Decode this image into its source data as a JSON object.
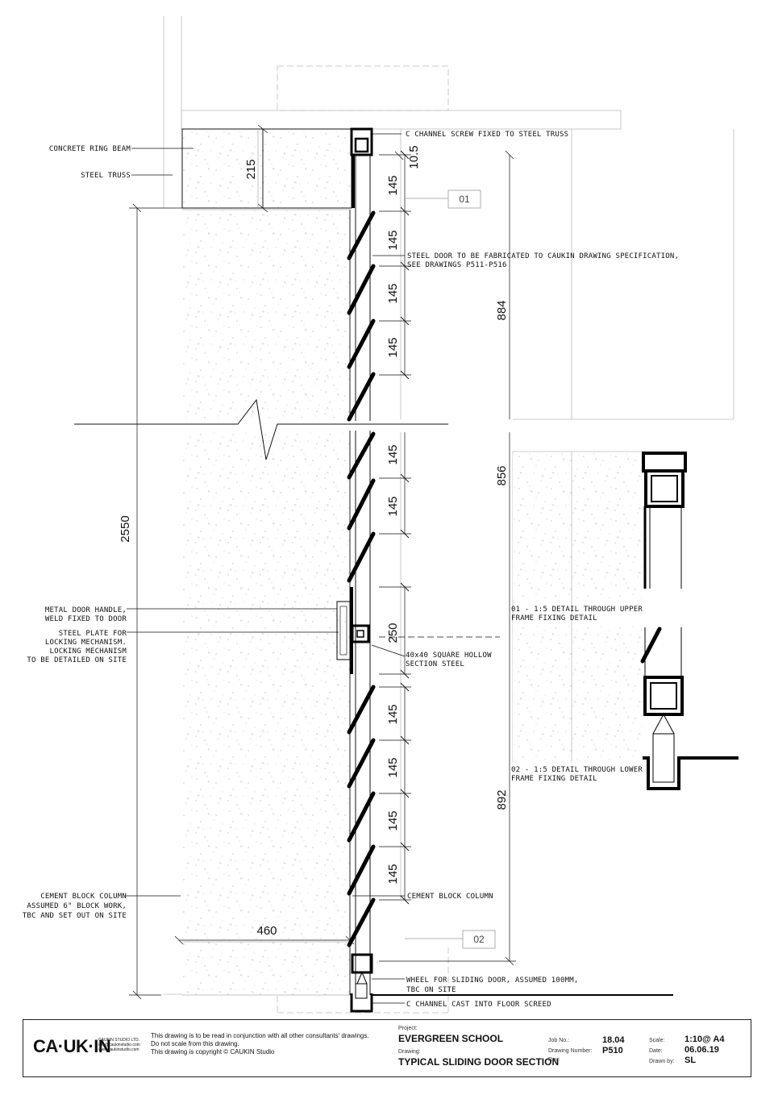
{
  "annotations": {
    "c_channel_top": "C CHANNEL SCREW FIXED TO STEEL TRUSS",
    "concrete_ring_beam": "CONCRETE RING BEAM",
    "steel_truss": "STEEL TRUSS",
    "steel_door_l1": "STEEL DOOR TO BE FABRICATED TO CAUKIN DRAWING SPECIFICATION,",
    "steel_door_l2": "SEE DRAWINGS P511-P516",
    "handle_l1": "METAL DOOR HANDLE,",
    "handle_l2": "WELD FIXED TO DOOR",
    "plate_l1": "STEEL PLATE FOR",
    "plate_l2": "LOCKING MECHANISM.",
    "plate_l3": "LOCKING MECHANISM",
    "plate_l4": "TO BE DETAILED ON SITE",
    "shs_l1": "40x40 SQUARE HOLLOW",
    "shs_l2": "SECTION STEEL",
    "detail01_l1": "01 - 1:5 DETAIL THROUGH UPPER",
    "detail01_l2": "FRAME FIXING DETAIL",
    "detail02_l1": "02 - 1:5 DETAIL THROUGH LOWER",
    "detail02_l2": "FRAME FIXING DETAIL",
    "column_l1": "CEMENT BLOCK COLUMN",
    "column_l2": "ASSUMED 6\" BLOCK WORK,",
    "column_l3": "TBC AND SET OUT ON SITE",
    "column_right": "CEMENT BLOCK COLUMN",
    "wheel_l1": "WHEEL FOR SLIDING DOOR, ASSUMED 100MM,",
    "wheel_l2": "TBC ON SITE",
    "c_channel_bottom": "C CHANNEL CAST INTO FLOOR SCREED"
  },
  "dimensions": {
    "d215": "215",
    "d10_5": "10.5",
    "d145": "145",
    "d250": "250",
    "d884": "884",
    "d856": "856",
    "d892": "892",
    "d2550": "2550",
    "d460": "460"
  },
  "detail_tags": {
    "tag01": "01",
    "tag02": "02"
  },
  "title_block": {
    "logo": "CA·UK·IN",
    "studio_name": "CAUKIN STUDIO LTD.",
    "studio_email": "info@caukinstudio.com",
    "studio_web": "www.caukinstudio.com",
    "note1": "This drawing is to be read in conjunction with all other consultants' drawings.",
    "note2": "Do not scale from this drawing.",
    "note3": "This drawing is copyright © CAUKIN Studio",
    "project_label": "Project:",
    "project": "EVERGREEN SCHOOL",
    "drawing_label": "Drawing:",
    "drawing": "TYPICAL SLIDING DOOR SECTION",
    "job_label": "Job No.:",
    "job": "18.04",
    "number_label": "Drawing Number:",
    "number": "P510",
    "rev_label": "Rev:",
    "rev": "",
    "scale_label": "Scale:",
    "scale": "1:10@ A4",
    "date_label": "Date:",
    "date": "06.06.19",
    "drawn_label": "Drawn by:",
    "drawn": "SL"
  }
}
